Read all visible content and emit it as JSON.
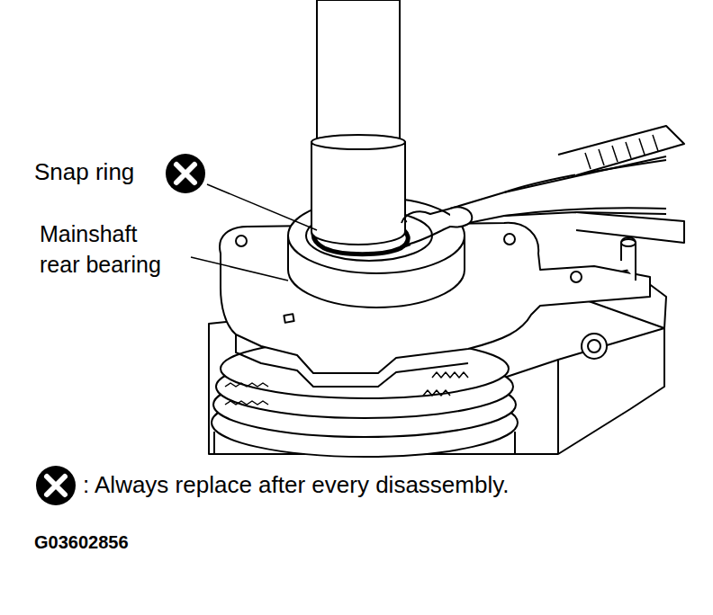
{
  "diagram": {
    "labels": [
      "Snap ring",
      "Mainshaft rear bearing",
      ": Always replace after every disassembly.",
      "G03602856"
    ]
  }
}
